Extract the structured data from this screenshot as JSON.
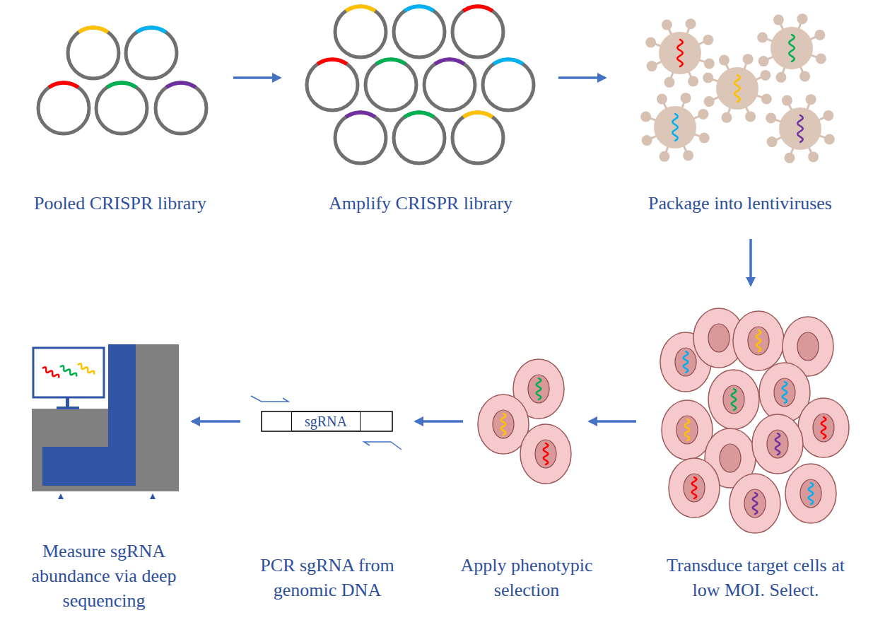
{
  "diagram": {
    "nodes": [
      {
        "text": [
          "sgRNA"
        ]
      }
    ],
    "labels": [
      "Pooled CRISPR library",
      "Amplify CRISPR library",
      "Package into lentiviruses",
      "Transduce target cells at low MOI. Select.",
      "Apply phenotypic selection",
      "PCR sgRNA from genomic DNA",
      "Measure sgRNA abundance via deep sequencing"
    ]
  }
}
